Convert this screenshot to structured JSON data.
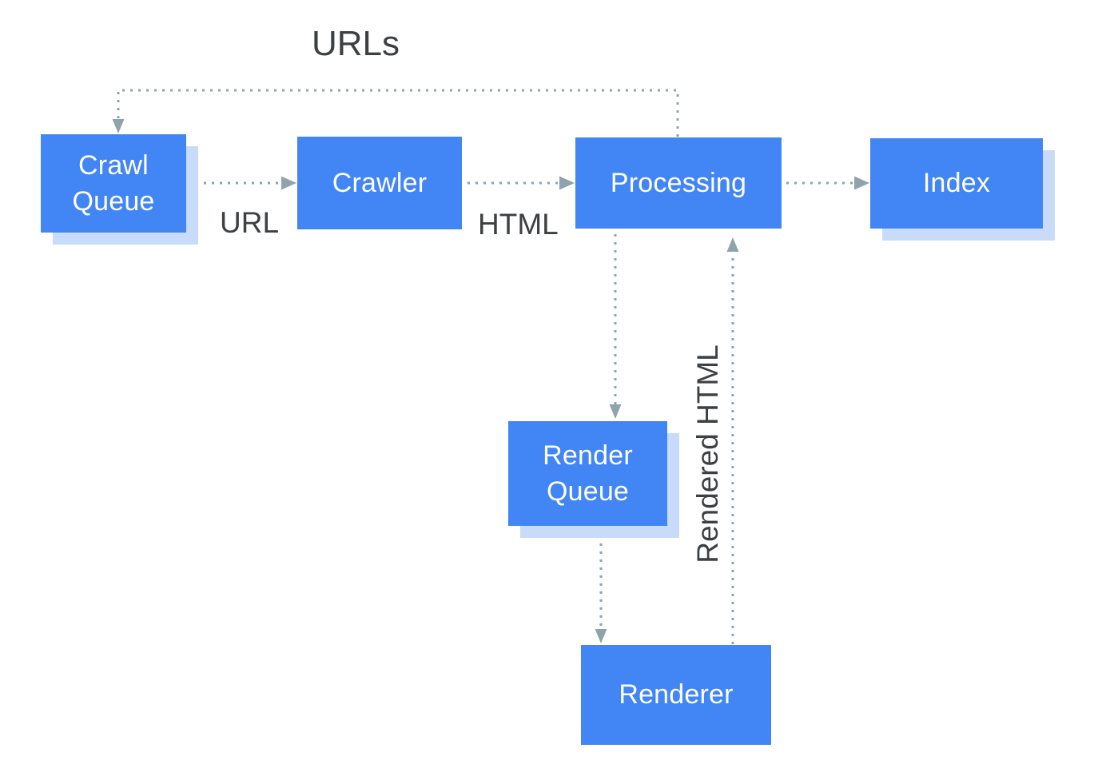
{
  "diagram": {
    "description": "Crawl, render and index pipeline flowchart",
    "nodes": [
      {
        "id": "crawl-queue",
        "label": "Crawl\nQueue",
        "type": "store"
      },
      {
        "id": "crawler",
        "label": "Crawler",
        "type": "process"
      },
      {
        "id": "processing",
        "label": "Processing",
        "type": "process"
      },
      {
        "id": "index",
        "label": "Index",
        "type": "store"
      },
      {
        "id": "render-queue",
        "label": "Render\nQueue",
        "type": "store"
      },
      {
        "id": "renderer",
        "label": "Renderer",
        "type": "process"
      }
    ],
    "edges": [
      {
        "from": "processing",
        "to": "crawl-queue",
        "label": "URLs",
        "style": "dotted"
      },
      {
        "from": "crawl-queue",
        "to": "crawler",
        "label": "URL",
        "style": "dotted"
      },
      {
        "from": "crawler",
        "to": "processing",
        "label": "HTML",
        "style": "dotted"
      },
      {
        "from": "processing",
        "to": "index",
        "label": "",
        "style": "dotted"
      },
      {
        "from": "processing",
        "to": "render-queue",
        "label": "",
        "style": "dotted"
      },
      {
        "from": "render-queue",
        "to": "renderer",
        "label": "",
        "style": "dotted"
      },
      {
        "from": "renderer",
        "to": "processing",
        "label": "Rendered HTML",
        "style": "dotted"
      }
    ],
    "colors": {
      "node_fill": "#4285f4",
      "node_text": "#ffffff",
      "store_shadow": "#c8dbf8",
      "arrow": "#8fa3ad",
      "edge_label_text": "#3c4043",
      "background": "#ffffff"
    }
  }
}
